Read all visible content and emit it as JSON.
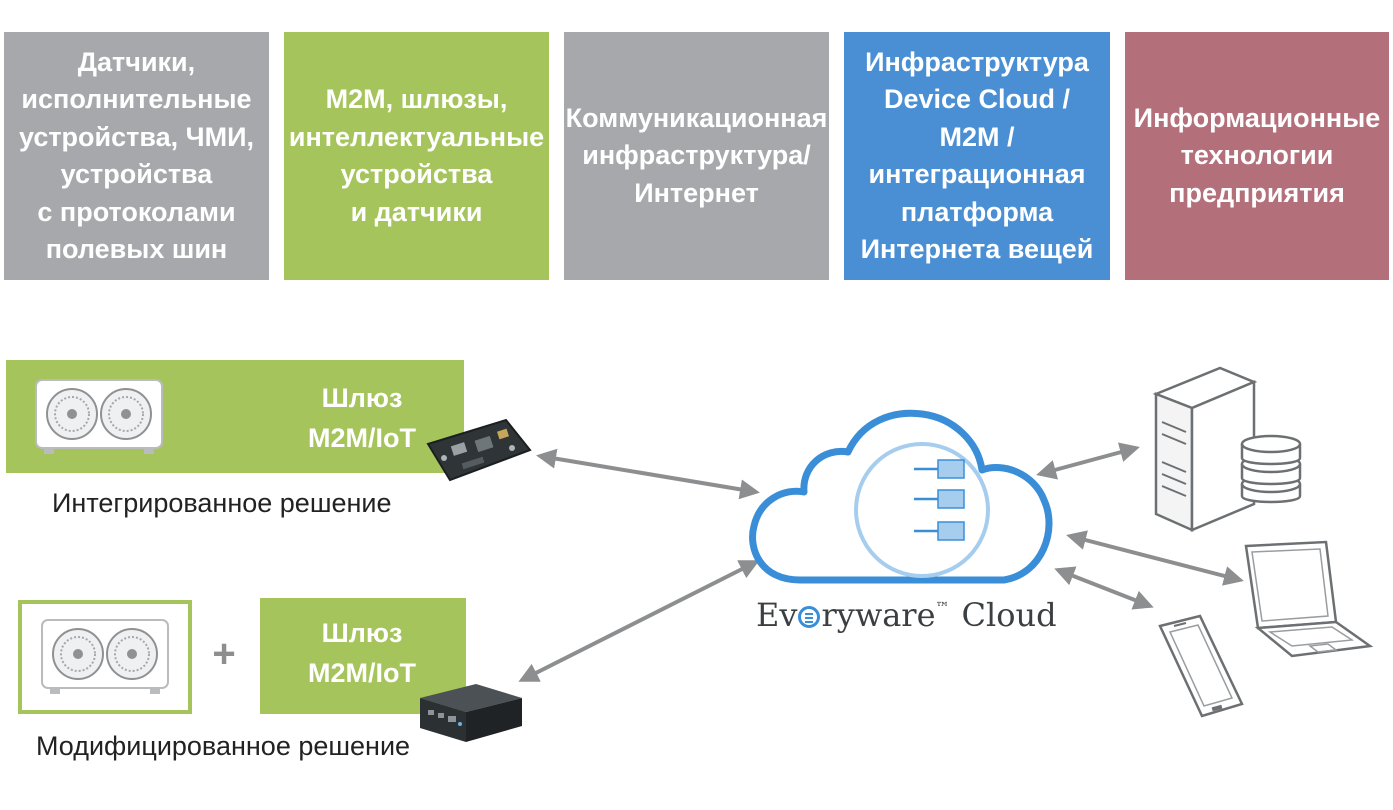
{
  "colors": {
    "gray": "#a6a8ab",
    "green": "#a6c45c",
    "blue": "#4a8fd3",
    "rose": "#b3707a",
    "arrow": "#8c8e90",
    "cloud": "#3a8ed8"
  },
  "categories": [
    {
      "label": "Датчики,\nисполнительные\nустройства, ЧМИ,\nустройства\nс протоколами\nполевых шин",
      "color": "gray"
    },
    {
      "label": "M2M, шлюзы,\nинтеллектуальные\nустройства\nи датчики",
      "color": "green"
    },
    {
      "label": "Коммуникационная\nинфраструктура/\nИнтернет",
      "color": "gray"
    },
    {
      "label": "Инфраструктура\nDevice Cloud /\nM2M /\nинтеграционная\nплатформа\nИнтернета вещей",
      "color": "blue"
    },
    {
      "label": "Информационные\nтехнологии\nпредприятия",
      "color": "rose"
    }
  ],
  "integrated": {
    "gateway_label": "Шлюз\nM2M/IoT",
    "caption": "Интегрированное решение"
  },
  "modified": {
    "plus": "+",
    "gateway_label": "Шлюз\nM2M/IoT",
    "caption": "Модифицированное решение"
  },
  "cloud": {
    "brand_prefix": "Ev",
    "brand_suffix": "ryware",
    "trademark": "™",
    "brand_cloud": "Cloud"
  },
  "icons": [
    "chiller-unit-icon",
    "gateway-board-icon",
    "gateway-box-icon",
    "server-tower-icon",
    "database-icon",
    "laptop-icon",
    "mobile-phone-icon",
    "cloud-icon",
    "plus-icon"
  ]
}
